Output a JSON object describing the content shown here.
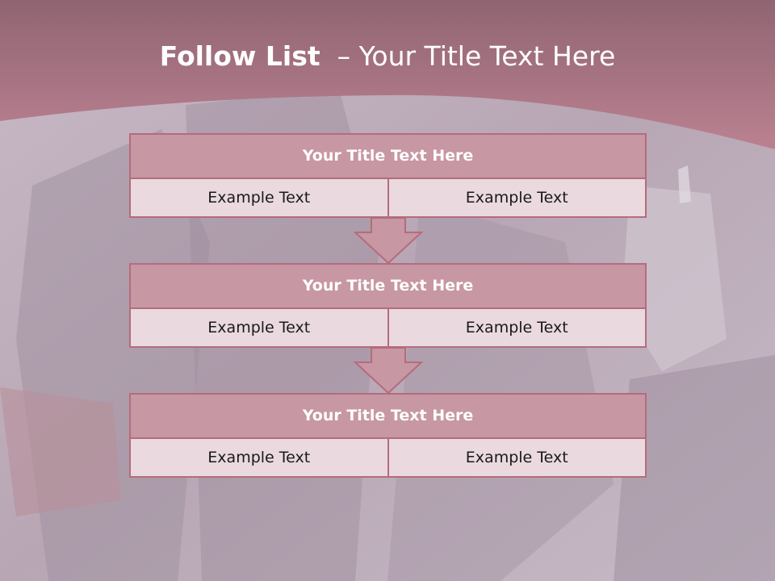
{
  "slide": {
    "title_bold": "Follow List",
    "title_rest": "  – Your Title Text Here"
  },
  "blocks": [
    {
      "title": "Your Title Text Here",
      "left": "Example Text",
      "right": "Example Text"
    },
    {
      "title": "Your Title Text Here",
      "left": "Example Text",
      "right": "Example Text"
    },
    {
      "title": "Your Title Text Here",
      "left": "Example Text",
      "right": "Example Text"
    }
  ],
  "colors": {
    "header": "#a86878",
    "block_title": "#c797a3",
    "block_cell": "#ead9de",
    "border": "#b46c7d"
  },
  "icons": [
    "down-arrow-icon",
    "down-arrow-icon"
  ]
}
